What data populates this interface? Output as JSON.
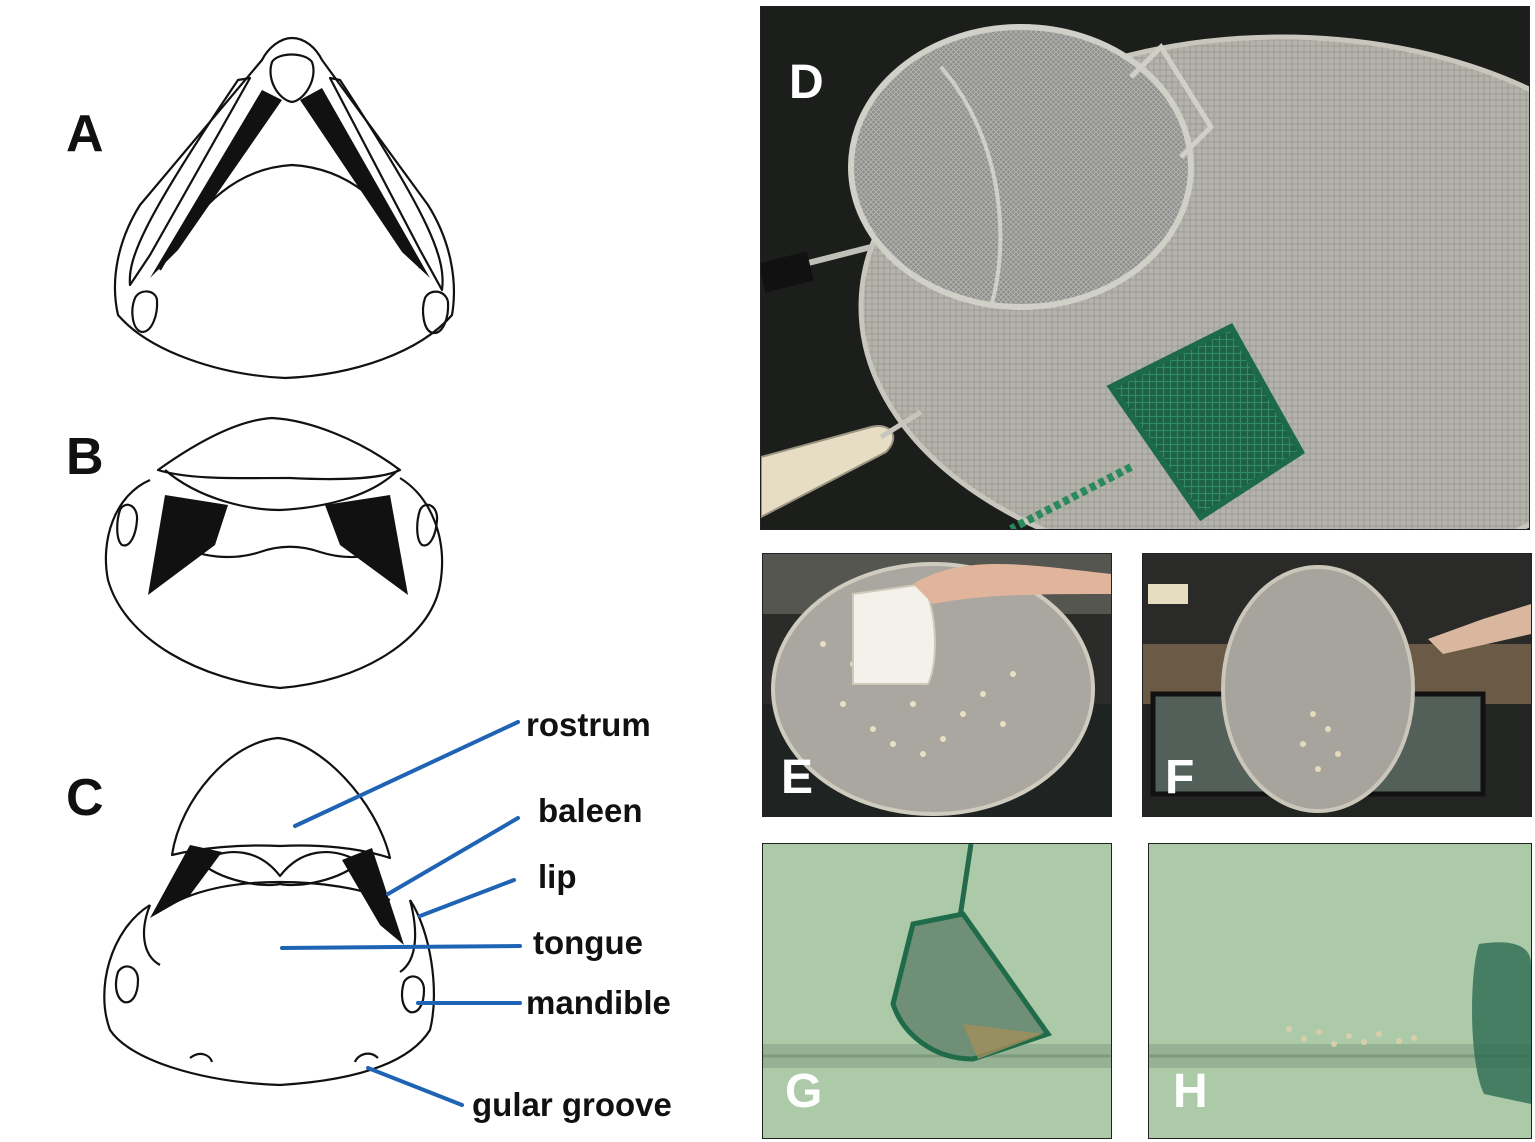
{
  "panels": {
    "A": "A",
    "B": "B",
    "C": "C",
    "D": "D",
    "E": "E",
    "F": "F",
    "G": "G",
    "H": "H"
  },
  "labels": {
    "rostrum": "rostrum",
    "baleen": "baleen",
    "lip": "lip",
    "tongue": "tongue",
    "mandible": "mandible",
    "gular_groove": "gular groove"
  },
  "colors": {
    "leader_line": "#1f63b5",
    "baleen_fill": "#111111",
    "photo_dark_bg": "#1a1d1a",
    "mesh_silver": "#b9b9b2",
    "net_green": "#1f6b4a",
    "water_green": "#a9c8a6"
  },
  "icons": {
    "strainer": "fine-mesh-strainer",
    "splatter_screen": "splatter-screen",
    "aquarium_net": "aquarium-net",
    "scraper": "plastic-scraper"
  }
}
